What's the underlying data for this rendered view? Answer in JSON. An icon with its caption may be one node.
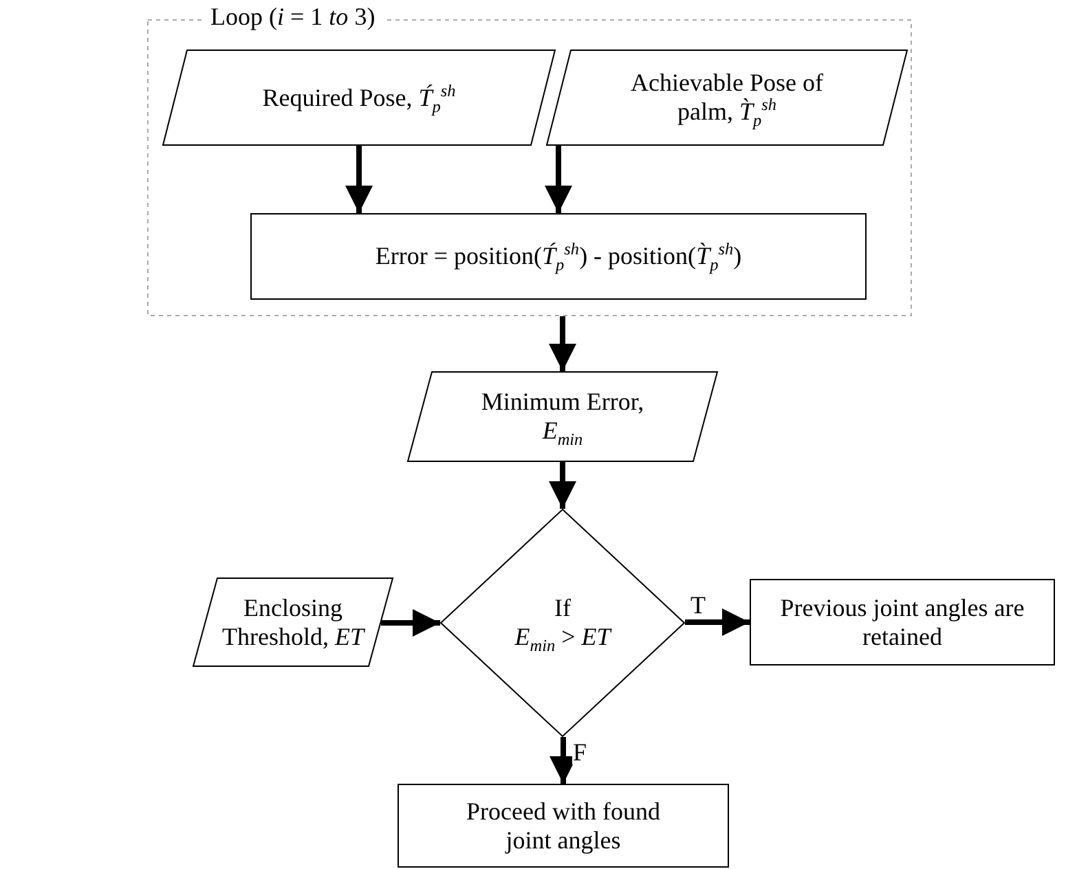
{
  "diagram": {
    "nodes": [
      {
        "text": [
          "Loop (*i* = 1 *to* 3)"
        ]
      },
      {
        "text": [
          "Required Pose, *T́*$_{p}$$^{sh}$"
        ],
        "in": 0
      },
      {
        "text": [
          "Achievable Pose of palm, *T̀*$_{p}$$^{sh}$"
        ],
        "in": 0
      },
      {
        "text": [
          "Error = position(*T́*$_{p}$$^{sh}$) - position(*T̀*$_{p}$$^{sh}$)"
        ],
        "in": 0
      },
      {
        "text": [
          "Minimum Error, *E*$_{min}$"
        ]
      },
      {
        "text": [
          "If",
          "*E*$_{min}$ > *ET*"
        ]
      },
      {
        "text": [
          "Enclosing Threshold, *ET*"
        ]
      },
      {
        "text": [
          "Previous joint angles are retained"
        ]
      },
      {
        "text": [
          "Proceed with found joint angles"
        ]
      }
    ],
    "edges": [
      {
        "from": 1,
        "to": 3,
        "arrow": "to"
      },
      {
        "from": 2,
        "to": 3,
        "arrow": "to"
      },
      {
        "from": 0,
        "to": 4,
        "arrow": "to"
      },
      {
        "from": 4,
        "to": 5,
        "arrow": "to"
      },
      {
        "from": 6,
        "to": 5,
        "arrow": "to"
      },
      {
        "from": 5,
        "to": 7,
        "label": "T",
        "arrow": "to"
      },
      {
        "from": 5,
        "to": 8,
        "label": "F",
        "arrow": "to"
      }
    ]
  }
}
